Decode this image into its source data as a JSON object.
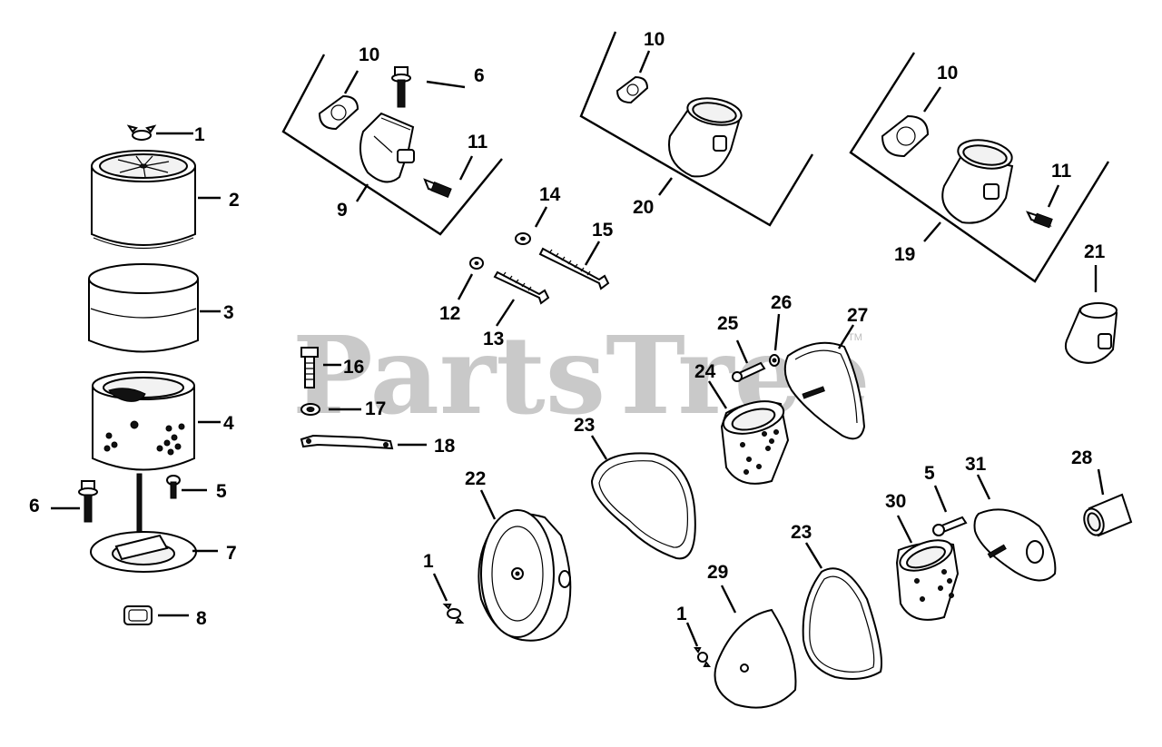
{
  "watermark": {
    "text": "PartsTree",
    "trademark": "TM"
  },
  "labels": {
    "p1a": "1",
    "p2": "2",
    "p3": "3",
    "p4": "4",
    "p5a": "5",
    "p6a": "6",
    "p7": "7",
    "p8": "8",
    "p9": "9",
    "p10a": "10",
    "p6b": "6",
    "p11a": "11",
    "p10b": "10",
    "p20": "20",
    "p10c": "10",
    "p11b": "11",
    "p19": "19",
    "p21": "21",
    "p14": "14",
    "p15": "15",
    "p12": "12",
    "p13": "13",
    "p16": "16",
    "p17": "17",
    "p18": "18",
    "p25": "25",
    "p26": "26",
    "p27": "27",
    "p24": "24",
    "p23a": "23",
    "p22": "22",
    "p1b": "1",
    "p29": "29",
    "p1c": "1",
    "p23b": "23",
    "p5b": "5",
    "p30": "30",
    "p31": "31",
    "p28": "28"
  }
}
